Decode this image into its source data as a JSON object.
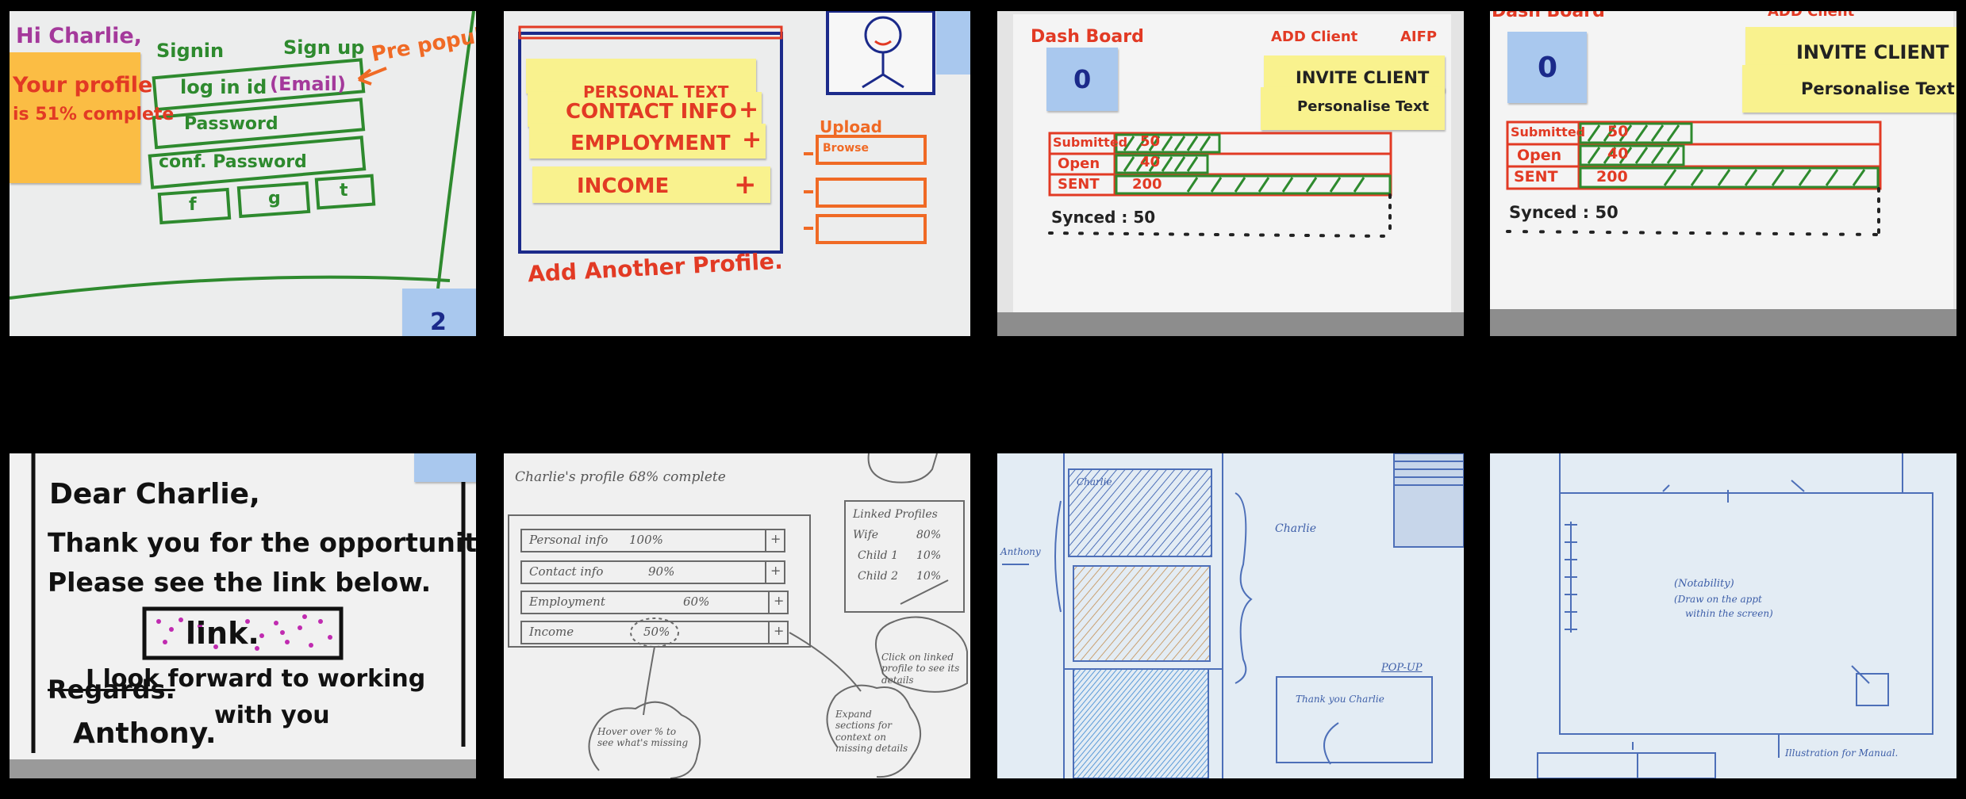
{
  "p1": {
    "greeting": "Hi Charlie,",
    "sticky_note": [
      "Your profile",
      "is 51% complete"
    ],
    "signin": "Signin",
    "signup": "Sign up",
    "prepopulate": "Pre populate",
    "login_id": "log in id",
    "email": "(Email)",
    "password": "Password",
    "conf_password": "conf. Password",
    "social_buttons": [
      "f",
      "g",
      "t"
    ],
    "page_number": "2"
  },
  "p2": {
    "tabs": [
      "PERSONAL TEXT",
      "CONTACT INFO",
      "EMPLOYMENT",
      "INCOME"
    ],
    "plus": "+",
    "upload": "Upload",
    "browse": "Browse",
    "add_profile": "Add Another Profile."
  },
  "p3": {
    "title": "Dash Board",
    "add_client": "ADD Client",
    "aifp": "AIFP",
    "note_number": "0",
    "invite": "INVITE CLIENT",
    "personalise": "Personalise Text",
    "rows": [
      {
        "label": "Submitted",
        "value": "50"
      },
      {
        "label": "Open",
        "value": "40"
      },
      {
        "label": "SENT",
        "value": "200"
      }
    ],
    "synced": "Synced : 50"
  },
  "p4": {
    "title": "Dash Board",
    "add_client": "ADD Client",
    "note_number": "0",
    "invite": "INVITE CLIENT",
    "personalise": "Personalise Text",
    "rows": [
      {
        "label": "Submitted",
        "value": "50"
      },
      {
        "label": "Open",
        "value": "40"
      },
      {
        "label": "SENT",
        "value": "200"
      }
    ],
    "synced": "Synced : 50"
  },
  "p5": {
    "lines": [
      "Dear Charlie,",
      "Thank you for the opportunity.",
      "Please see the link below."
    ],
    "link": "link.",
    "closing": [
      "I look forward to working",
      "with you"
    ],
    "regards": "Regards.",
    "signature": "Anthony."
  },
  "p6": {
    "title": "Charlie's profile 68% complete",
    "rows": [
      {
        "label": "Personal info",
        "value": "100%"
      },
      {
        "label": "Contact info",
        "value": "90%"
      },
      {
        "label": "Employment",
        "value": "60%"
      },
      {
        "label": "Income",
        "value": "50%"
      }
    ],
    "plus": "+",
    "linked_title": "Linked Profiles",
    "linked": [
      {
        "label": "Wife",
        "value": "80%"
      },
      {
        "label": "Child 1",
        "value": "10%"
      },
      {
        "label": "Child 2",
        "value": "10%"
      }
    ],
    "bubbles": [
      "Click on linked profile to see its details",
      "Expand sections for context on missing details",
      "Hover over % to see what's missing"
    ]
  },
  "p7": {
    "labels": [
      "Charlie",
      "Anthony",
      "Charlie",
      "POP-UP",
      "Thank you Charlie"
    ]
  },
  "p8": {
    "center": [
      "(Notability)",
      "(Draw on the appt",
      "within the screen)"
    ],
    "footer": "Illustration for Manual."
  }
}
